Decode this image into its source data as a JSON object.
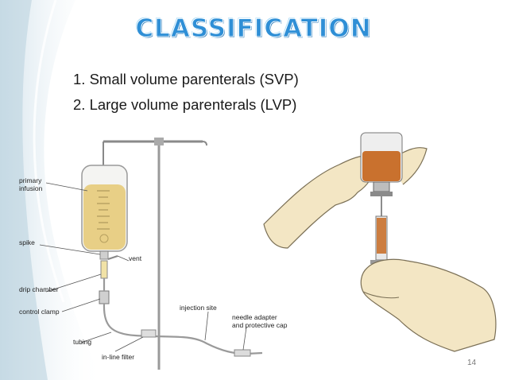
{
  "title": "CLASSIFICATION",
  "classification_list": [
    "1. Small volume parenterals (SVP)",
    "2. Large volume parenterals (LVP)"
  ],
  "iv_figure": {
    "labels": {
      "primary_infusion_line1": "primary",
      "primary_infusion_line2": "infusion",
      "spike": "spike",
      "vent": "vent",
      "drip_chamber": "drip chamber",
      "control_clamp": "control clamp",
      "tubing": "tubing",
      "in_line_filter": "in-line filter",
      "injection_site": "injection site",
      "needle_adapter_line1": "needle adapter",
      "needle_adapter_line2": "and protective cap"
    }
  },
  "page_number": "14",
  "colors": {
    "title_blue": "#2f8fd6",
    "fluid_yellow": "#e8cf86",
    "glove": "#f3e6c4",
    "vial_liquid": "#c9712e"
  }
}
